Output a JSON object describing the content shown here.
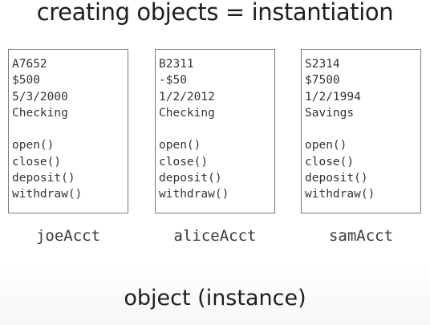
{
  "title": "creating objects = instantiation",
  "objects": [
    {
      "name": "joeAcct",
      "fields": [
        "A7652",
        "$500",
        "5/3/2000",
        "Checking"
      ],
      "methods": [
        "open()",
        "close()",
        "deposit()",
        "withdraw()"
      ]
    },
    {
      "name": "aliceAcct",
      "fields": [
        "B2311",
        "-$50",
        "1/2/2012",
        "Checking"
      ],
      "methods": [
        "open()",
        "close()",
        "deposit()",
        "withdraw()"
      ]
    },
    {
      "name": "samAcct",
      "fields": [
        "S2314",
        "$7500",
        "1/2/1994",
        "Savings"
      ],
      "methods": [
        "open()",
        "close()",
        "deposit()",
        "withdraw()"
      ]
    }
  ],
  "footer": "object (instance)"
}
